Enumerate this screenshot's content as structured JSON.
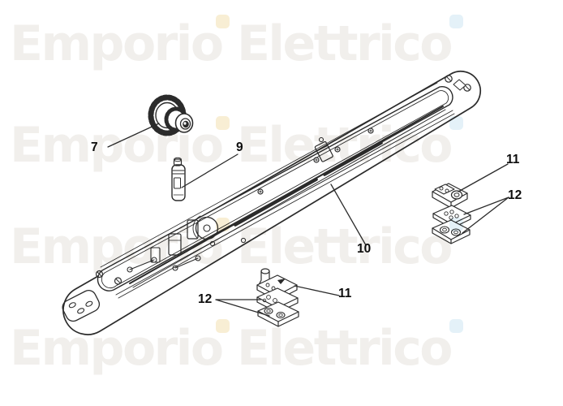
{
  "page": {
    "background": "#ffffff",
    "kind": "exploded-parts-diagram"
  },
  "watermark": {
    "text": "Emporio Elettrico",
    "repeat_rows": 4,
    "text_color": "#f1efec",
    "dot_colors": {
      "cream": "#f8eed4",
      "blue": "#e4f1f8"
    }
  },
  "diagram": {
    "line_color": "#2b2b2b",
    "labels": {
      "part7": "7",
      "part9": "9",
      "part10": "10",
      "part11_right": "11",
      "part12_right": "12",
      "part11_bottom": "11",
      "part12_bottom": "12"
    }
  }
}
